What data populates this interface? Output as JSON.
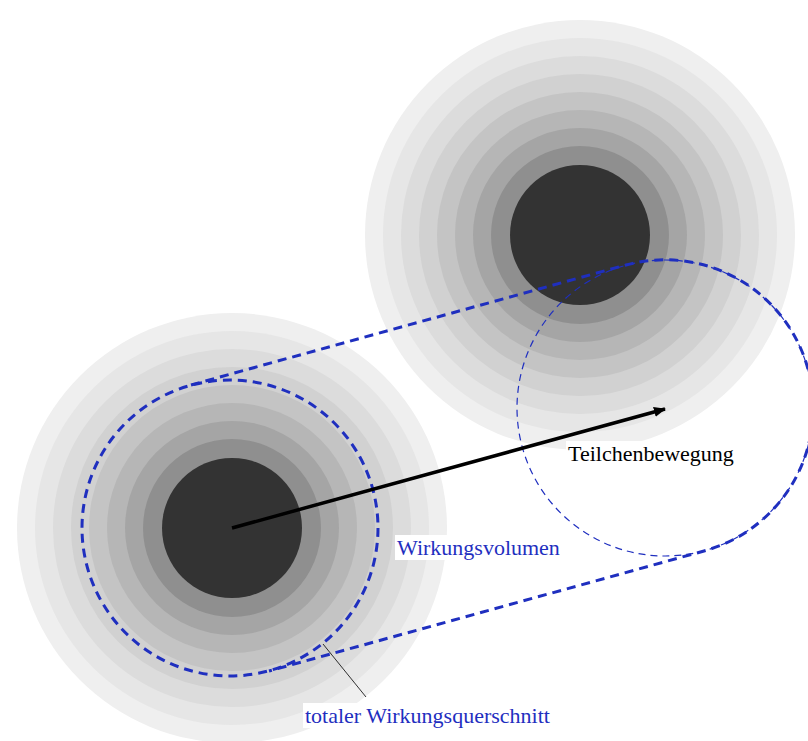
{
  "diagram": {
    "labels": [
      "Teilchenbewegung",
      "Wirkungsvolumen",
      "totaler Wirkungsquerschnitt"
    ]
  }
}
